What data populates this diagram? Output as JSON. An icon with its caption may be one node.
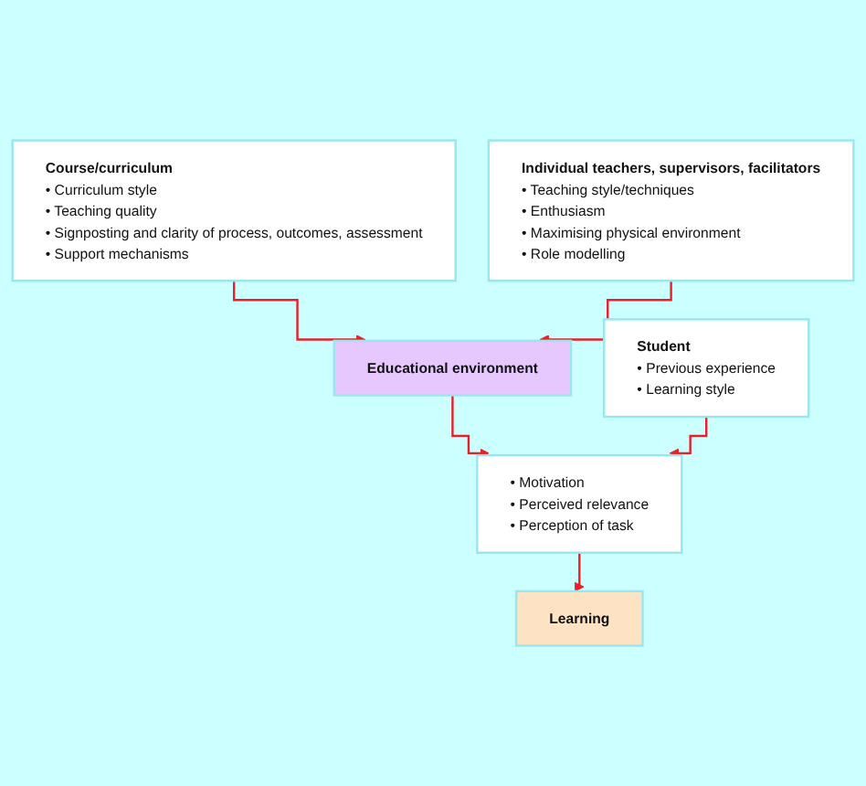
{
  "diagram": {
    "nodes": [
      {
        "text": [
          "Course/curriculum",
          "• Curriculum style",
          "• Teaching quality",
          "• Signposting and clarity of process, outcomes, assessment",
          "• Support mechanisms"
        ]
      },
      {
        "text": [
          "Individual teachers, supervisors, facilitators",
          "• Teaching style/techniques",
          "• Enthusiasm",
          "• Maximising physical environment",
          "• Role modelling"
        ]
      },
      {
        "text": [
          "Educational environment"
        ]
      },
      {
        "text": [
          "Student",
          "• Previous experience",
          "• Learning style"
        ]
      },
      {
        "text": [
          "• Motivation",
          "• Perceived relevance",
          "• Perception of task"
        ]
      },
      {
        "text": [
          "Learning"
        ]
      }
    ],
    "edges": [
      {
        "from": 0,
        "to": 2,
        "arrow": "to"
      },
      {
        "from": 1,
        "to": 2,
        "arrow": "to"
      },
      {
        "from": 2,
        "to": 4,
        "arrow": "to"
      },
      {
        "from": 3,
        "to": 4,
        "arrow": "to"
      },
      {
        "from": 4,
        "to": 5,
        "arrow": "to"
      }
    ]
  }
}
